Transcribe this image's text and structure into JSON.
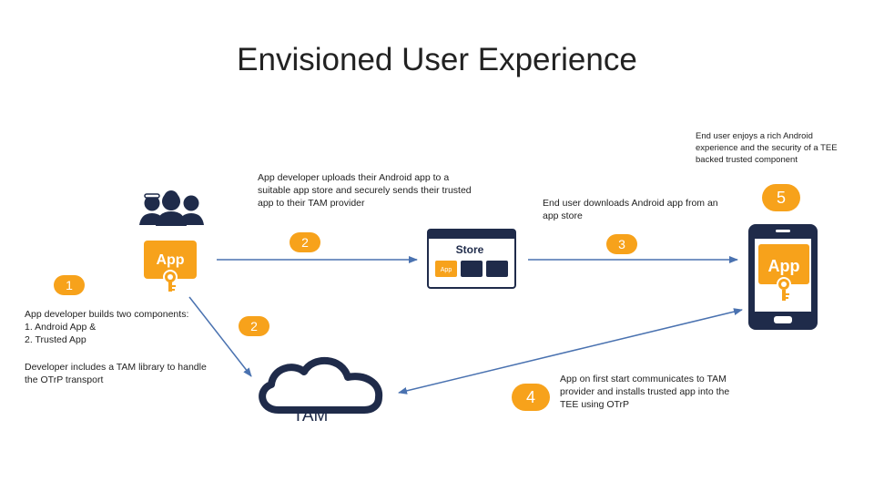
{
  "title": "Envisioned User Experience",
  "steps": {
    "s1": "1",
    "s2a": "2",
    "s2b": "2",
    "s3": "3",
    "s4": "4",
    "s5": "5"
  },
  "icons": {
    "app_label": "App",
    "store_label": "Store",
    "store_app_label": "App",
    "phone_app_label": "App",
    "tam_label": "TAM"
  },
  "text": {
    "developer_builds_heading": "App developer builds two components:",
    "developer_builds_item1": "1.  Android App &",
    "developer_builds_item2": "2.   Trusted App",
    "developer_includes": "Developer includes a TAM library to handle the OTrP transport",
    "uploads": "App developer uploads their Android app to a suitable app store and securely sends their trusted app to their TAM provider",
    "downloads": "End user downloads Android app from an app store",
    "enjoys": "End user enjoys a rich Android experience and the security of a TEE backed trusted component",
    "first_start": "App on first start communicates to TAM provider and installs trusted app into the TEE using OTrP"
  },
  "colors": {
    "accent": "#f7a21b",
    "navy": "#1f2b4a",
    "arrow": "#4a72b0"
  }
}
